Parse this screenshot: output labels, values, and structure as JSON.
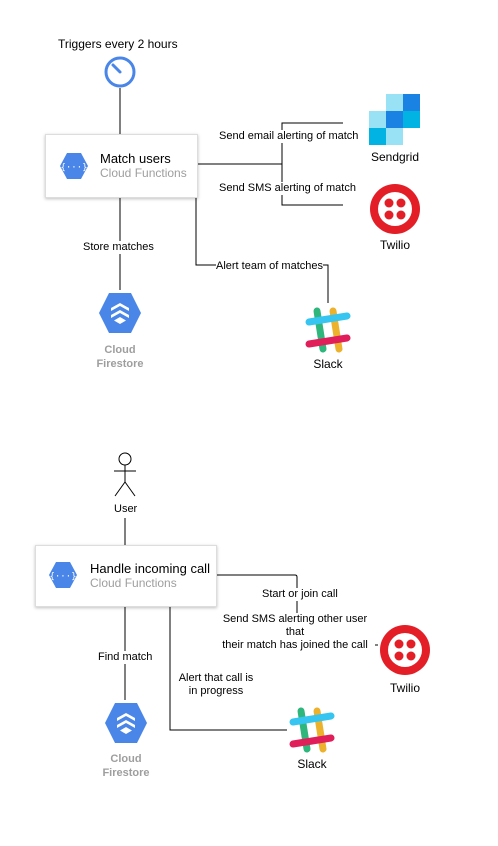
{
  "diagram1": {
    "trigger_label": "Triggers every 2 hours",
    "function_card": {
      "title": "Match users",
      "subtitle": "Cloud Functions"
    },
    "edge_email": "Send email alerting of match",
    "edge_sms": "Send SMS alerting of match",
    "edge_store": "Store matches",
    "edge_slack": "Alert team of matches",
    "sendgrid_label": "Sendgrid",
    "twilio_label": "Twilio",
    "slack_label": "Slack",
    "firestore_label_1": "Cloud",
    "firestore_label_2": "Firestore"
  },
  "diagram2": {
    "user_label": "User",
    "function_card": {
      "title": "Handle incoming call",
      "subtitle": "Cloud Functions"
    },
    "edge_start": "Start or join call",
    "edge_sms_1": "Send SMS alerting other user that",
    "edge_sms_2": "their match has joined the call",
    "edge_find": "Find match",
    "edge_alert_1": "Alert that call is",
    "edge_alert_2": "in progress",
    "twilio_label": "Twilio",
    "slack_label": "Slack",
    "firestore_label_1": "Cloud",
    "firestore_label_2": "Firestore"
  },
  "colors": {
    "gcp_blue": "#4a86e8",
    "twilio_red": "#e31e26",
    "sendgrid_dark": "#1a82e2",
    "sendgrid_light": "#99e1f4",
    "slack_blue": "#36c5f0",
    "slack_green": "#2eb67d",
    "slack_yellow": "#ecb22e",
    "slack_red": "#e01e5a"
  },
  "icons": [
    "timer-icon",
    "cloud-functions-icon",
    "sendgrid-icon",
    "twilio-icon",
    "slack-icon",
    "firestore-icon",
    "user-icon"
  ]
}
